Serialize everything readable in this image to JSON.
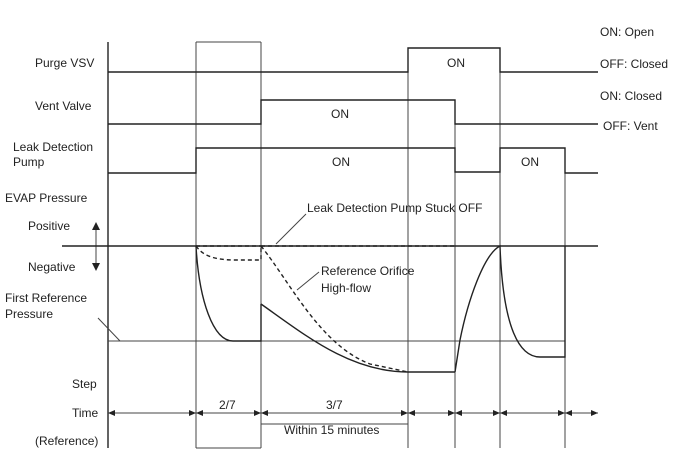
{
  "signals": {
    "purge_vsv": {
      "label": "Purge VSV",
      "state_on": "ON",
      "legend_open": "ON: Open",
      "legend_closed": "OFF: Closed"
    },
    "vent_valve": {
      "label": "Vent Valve",
      "state_on": "ON",
      "legend_closed": "ON: Closed",
      "legend_vent": "OFF: Vent"
    },
    "leak_pump": {
      "label_line1": "Leak Detection",
      "label_line2": "Pump",
      "state_on_1": "ON",
      "state_on_2": "ON"
    }
  },
  "pressure": {
    "title": "EVAP Pressure",
    "positive": "Positive",
    "negative": "Negative",
    "first_ref_line1": "First Reference",
    "first_ref_line2": "Pressure",
    "annotation_stuck": "Leak Detection Pump Stuck OFF",
    "annotation_orifice_line1": "Reference Orifice",
    "annotation_orifice_line2": "High-flow"
  },
  "timeline": {
    "step_label": "Step",
    "time_label": "Time",
    "reference_label": "(Reference)",
    "step2_time": "2/7",
    "step3_time": "3/7",
    "within_note": "Within 15 minutes"
  }
}
